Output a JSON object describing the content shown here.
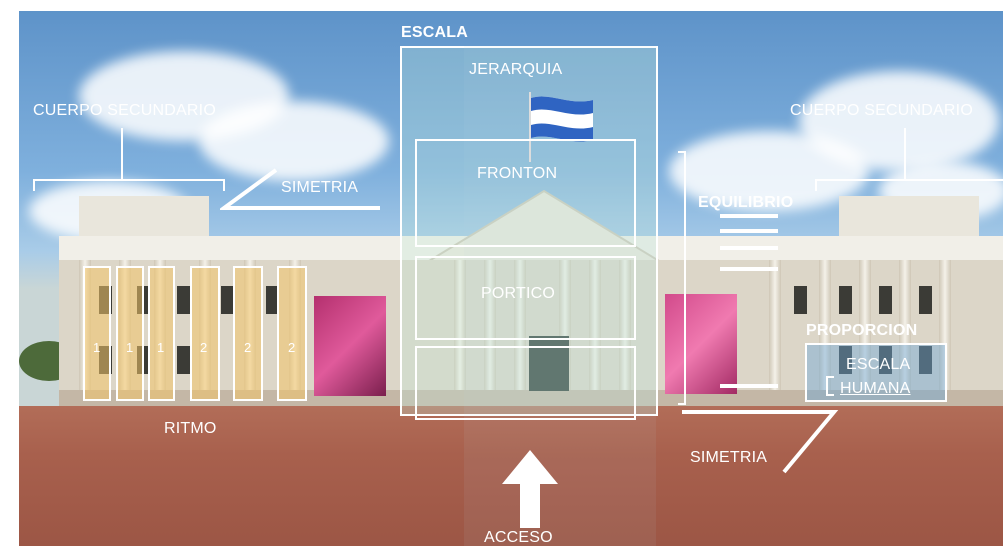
{
  "labels": {
    "escala": "ESCALA",
    "jerarquia": "JERARQUIA",
    "cuerpo_secundario_left": "CUERPO SECUNDARIO",
    "cuerpo_secundario_right": "CUERPO SECUNDARIO",
    "simetria_top": "SIMETRIA",
    "fronton": "FRONTON",
    "portico": "PORTICO",
    "equilibrio": "EQUILIBRIO",
    "proporcion": "PROPORCION",
    "escala_humana_line1": "ESCALA",
    "escala_humana_line2": "HUMANA",
    "ritmo": "RITMO",
    "simetria_bottom": "SIMETRIA",
    "acceso": "ACCESO"
  },
  "rhythm_numbers": [
    "1",
    "1",
    "1",
    "2",
    "2",
    "2"
  ],
  "colors": {
    "annotation": "#ffffff",
    "escala_overlay": "#bfe8d8",
    "ritmo_fill": "#f2c468",
    "proporcion_fill": "#6fa8d8"
  }
}
